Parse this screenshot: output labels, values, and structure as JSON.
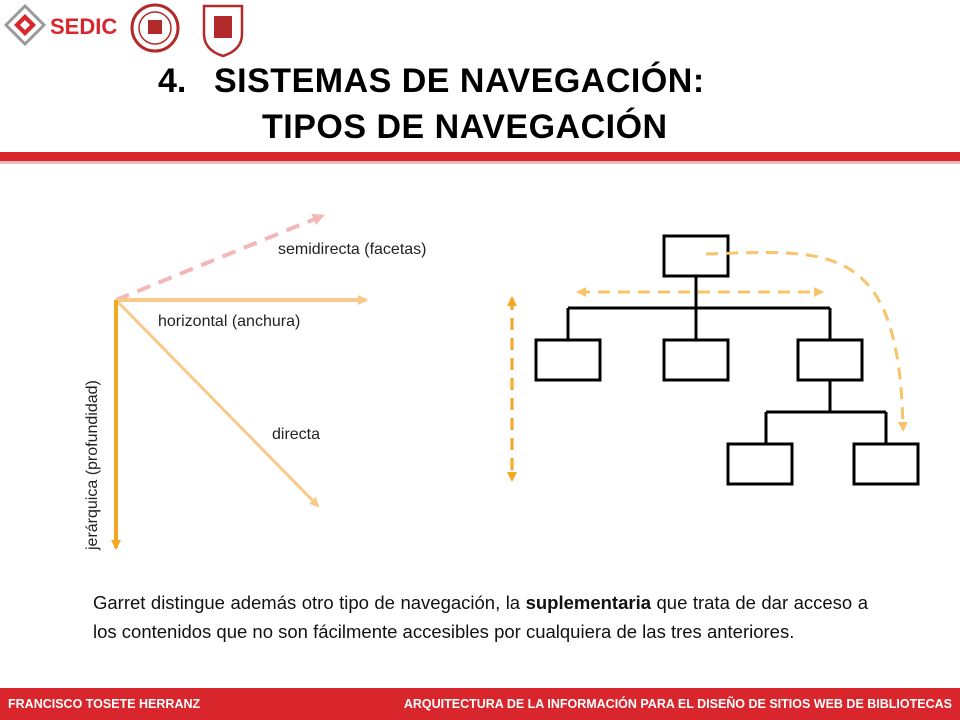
{
  "header": {
    "logo_text": "SEDIC",
    "title_number": "4.",
    "title_line1": "SISTEMAS DE NAVEGACIÓN:",
    "title_line2": "TIPOS DE NAVEGACIÓN"
  },
  "diagram": {
    "labels": {
      "semidirecta": "semidirecta (facetas)",
      "horizontal": "horizontal (anchura)",
      "directa": "directa",
      "jerarquica": "jerárquica (profundidad)"
    }
  },
  "body": {
    "text_before": "Garret distingue además otro tipo de navegación, la ",
    "text_bold": "suplementaria",
    "text_after": " que trata de dar acceso a los contenidos que no son fácilmente accesibles por cualquiera de las tres anteriores."
  },
  "footer": {
    "left": "FRANCISCO TOSETE HERRANZ",
    "right": "ARQUITECTURA DE LA INFORMACIÓN PARA EL DISEÑO DE SITIOS WEB DE BIBLIOTECAS"
  },
  "colors": {
    "accent_red": "#d8262c",
    "orange": "#f5a623",
    "light_orange": "#f8c98a",
    "pink_dashed": "#f4b6b6",
    "dashed_orange": "#f7c46b"
  }
}
